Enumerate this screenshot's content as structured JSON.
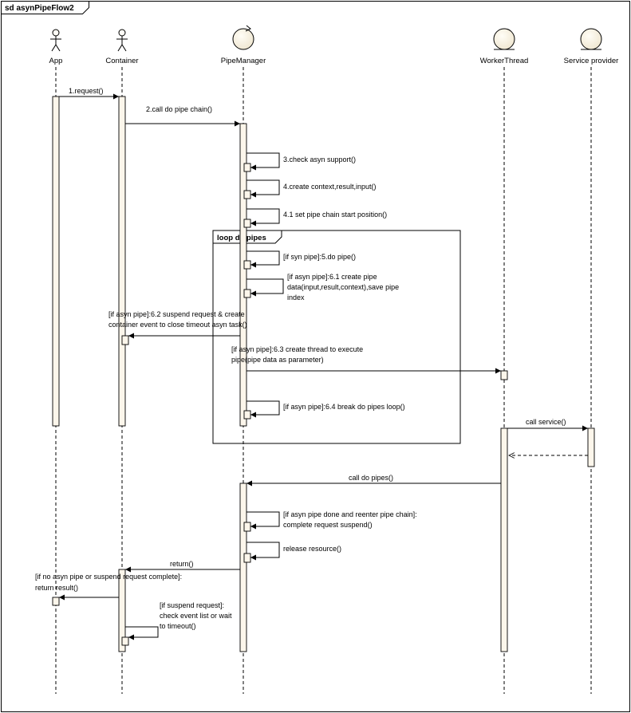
{
  "frame": {
    "title": "sd asynPipeFlow2"
  },
  "lifelines": [
    {
      "id": "app",
      "label": "App",
      "kind": "actor"
    },
    {
      "id": "container",
      "label": "Container",
      "kind": "actor"
    },
    {
      "id": "pipemanager",
      "label": "PipeManager",
      "kind": "control"
    },
    {
      "id": "workerthread",
      "label": "WorkerThread",
      "kind": "entity"
    },
    {
      "id": "service",
      "label": "Service provider",
      "kind": "entity"
    }
  ],
  "loop": {
    "title": "loop do pipes"
  },
  "messages": [
    {
      "id": "m1",
      "lines": [
        "1.request()"
      ]
    },
    {
      "id": "m2",
      "lines": [
        "2.call do pipe chain()"
      ]
    },
    {
      "id": "m3",
      "lines": [
        "3.check asyn support()"
      ]
    },
    {
      "id": "m4",
      "lines": [
        "4.create context,result,input()"
      ]
    },
    {
      "id": "m41",
      "lines": [
        "4.1 set pipe chain start position()"
      ]
    },
    {
      "id": "m5",
      "lines": [
        "[if syn pipe]:5.do pipe()"
      ]
    },
    {
      "id": "m61",
      "lines": [
        "[if asyn pipe]:6.1 create pipe",
        "data(input,result,context),save pipe",
        "index"
      ]
    },
    {
      "id": "m62",
      "lines": [
        "[if asyn pipe]:6.2 suspend request & create",
        "container event to close timeout asyn task()"
      ]
    },
    {
      "id": "m63",
      "lines": [
        "[if asyn pipe]:6.3 create thread to execute",
        "pipe(pipe data as parameter)"
      ]
    },
    {
      "id": "m64",
      "lines": [
        "[if asyn pipe]:6.4 break do pipes loop()"
      ]
    },
    {
      "id": "m_call_service",
      "lines": [
        "call service()"
      ]
    },
    {
      "id": "m_call_do_pipes",
      "lines": [
        "call do pipes()"
      ]
    },
    {
      "id": "m_done",
      "lines": [
        "[if asyn pipe done and reenter pipe chain]:",
        "complete request suspend()"
      ]
    },
    {
      "id": "m_release",
      "lines": [
        "release resource()"
      ]
    },
    {
      "id": "m_return",
      "lines": [
        "return()"
      ]
    },
    {
      "id": "m_return_result",
      "lines": [
        "[if no asyn pipe or suspend request complete]:",
        "return result()"
      ]
    },
    {
      "id": "m_suspend",
      "lines": [
        "[if suspend request]:",
        "check event list or wait",
        "to timeout()"
      ]
    }
  ]
}
